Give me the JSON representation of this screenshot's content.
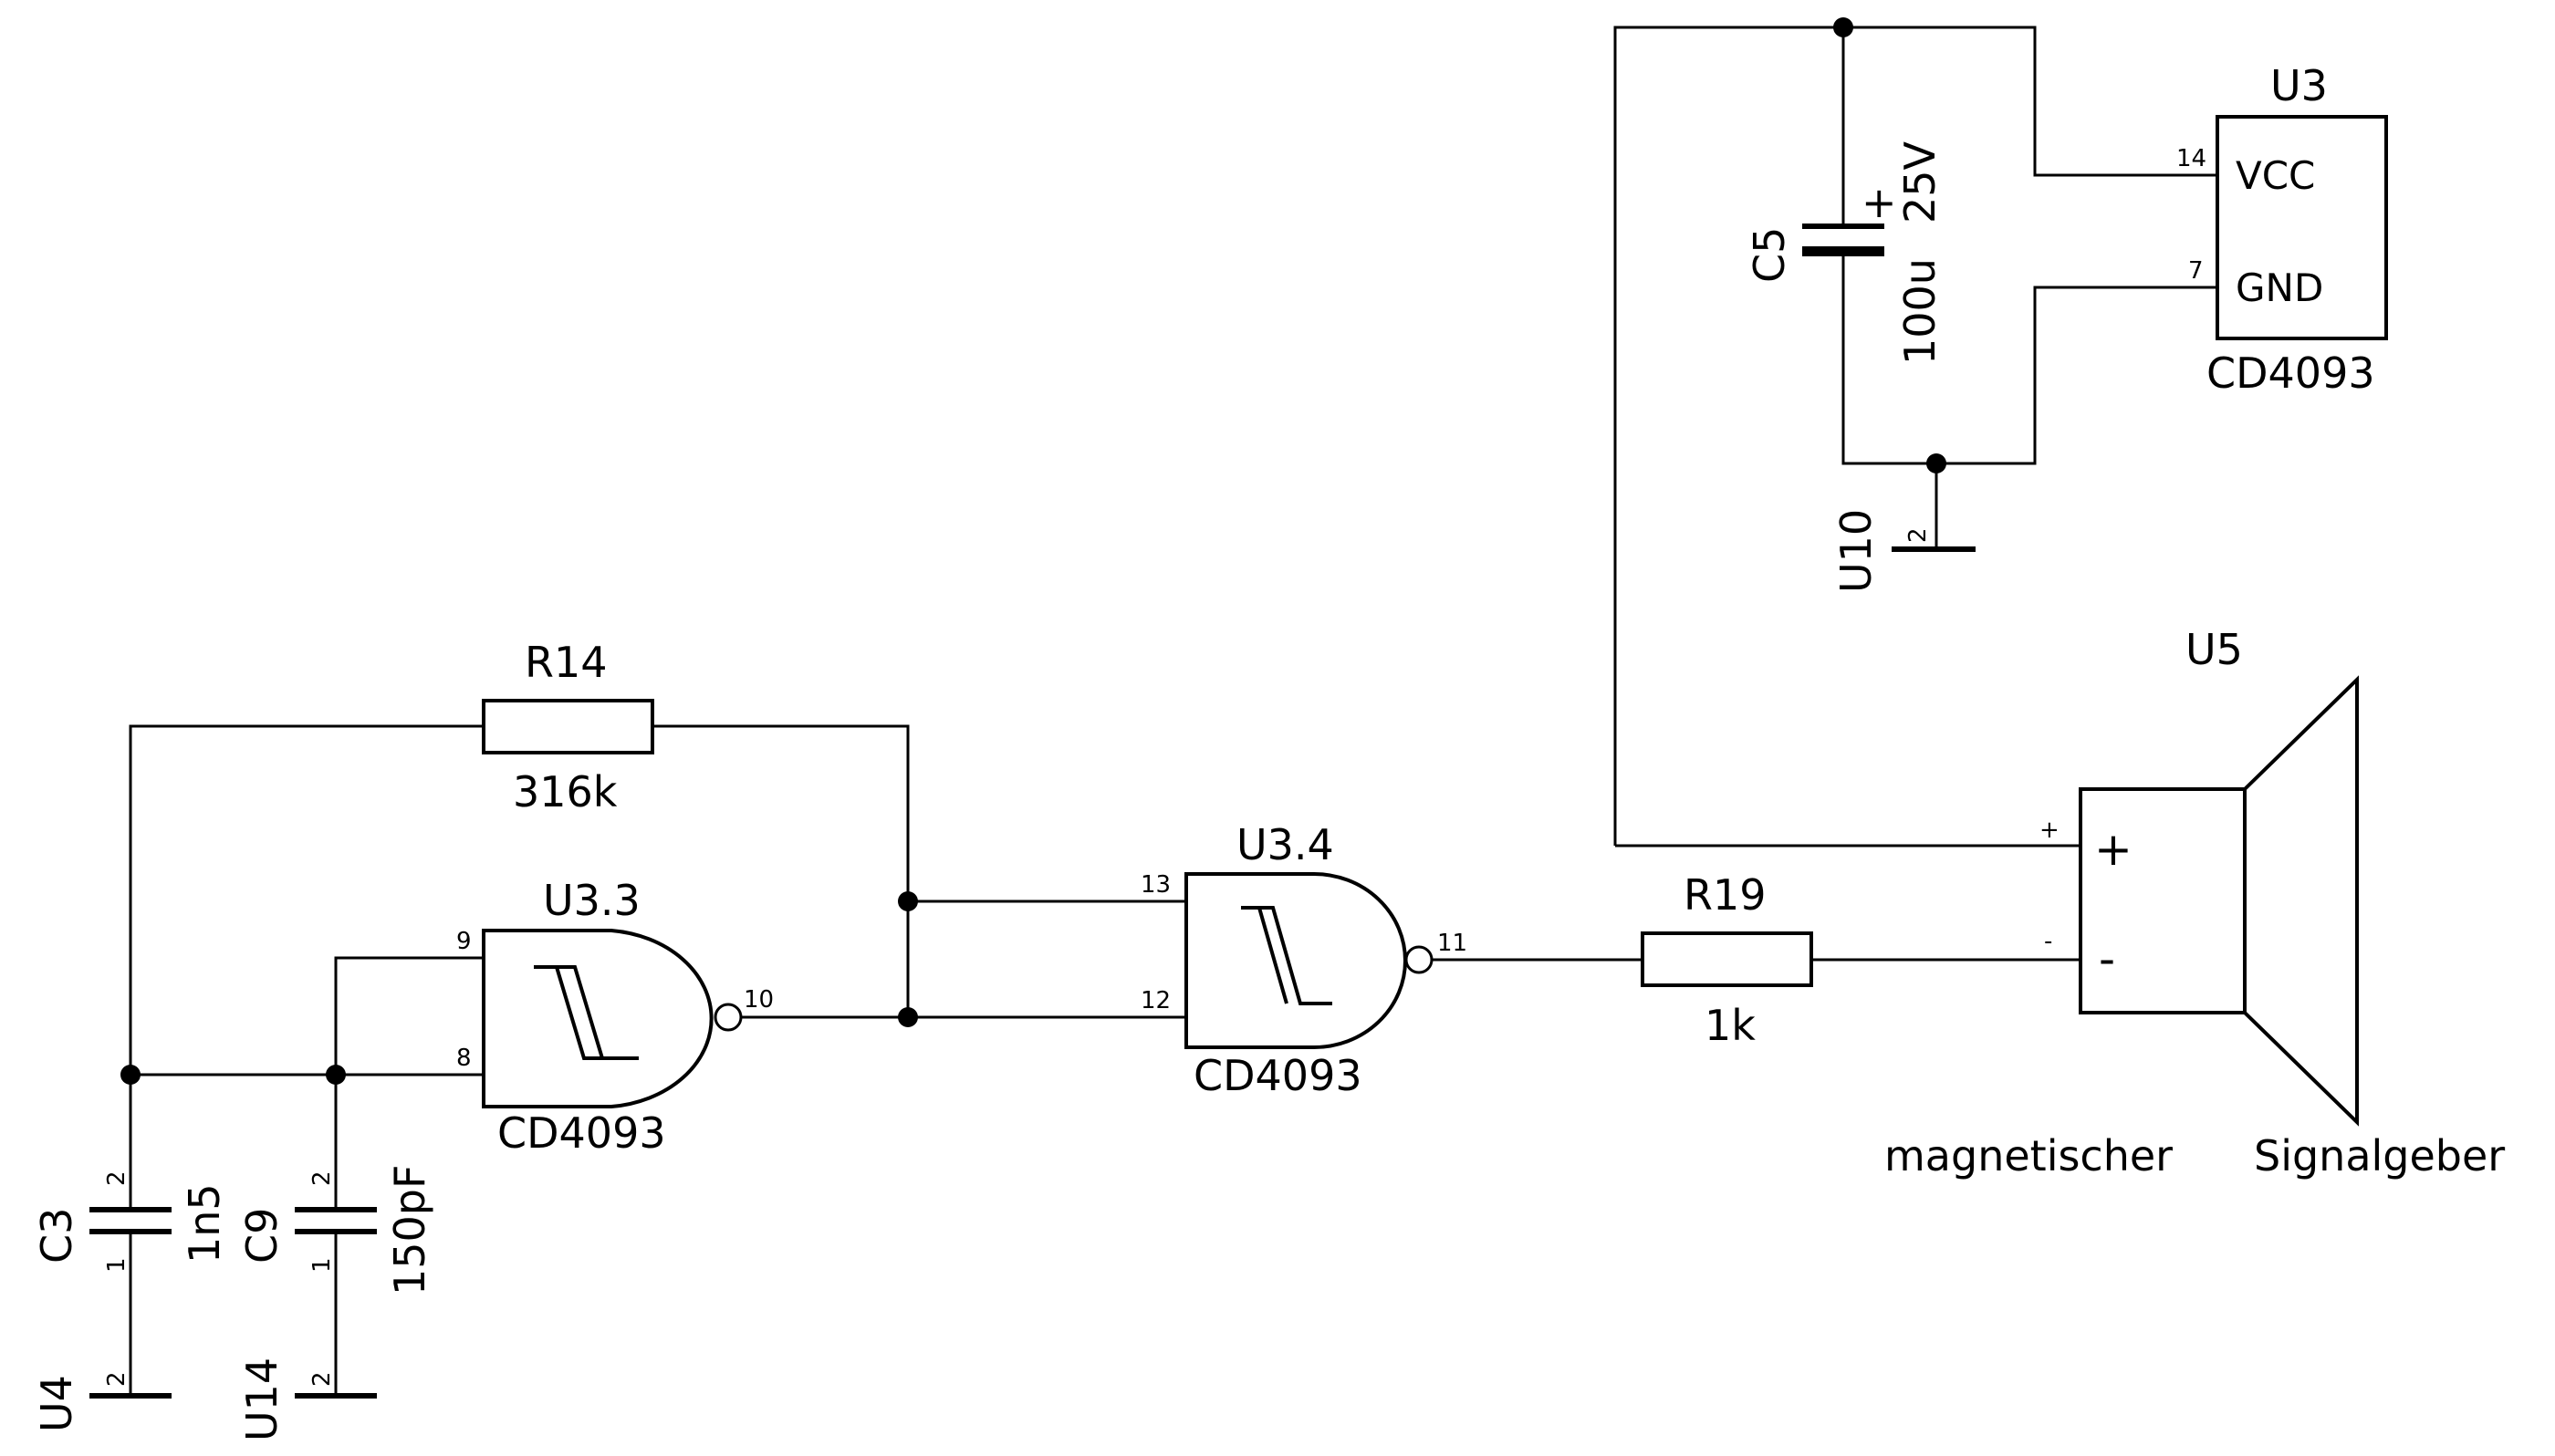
{
  "components": {
    "r14": {
      "ref": "R14",
      "value": "316k"
    },
    "r19": {
      "ref": "R19",
      "value": "1k"
    },
    "u3_3": {
      "ref": "U3.3",
      "part": "CD4093",
      "pin_in_a": "9",
      "pin_in_b": "8",
      "pin_out": "10"
    },
    "u3_4": {
      "ref": "U3.4",
      "part": "CD4093",
      "pin_in_a": "13",
      "pin_in_b": "12",
      "pin_out": "11"
    },
    "u3": {
      "ref": "U3",
      "part": "CD4093",
      "vcc_pin": "14",
      "vcc_label": "VCC",
      "gnd_pin": "7",
      "gnd_label": "GND"
    },
    "c5": {
      "ref": "C5",
      "value": "100u",
      "voltage": "25V",
      "polarity": "+"
    },
    "c3": {
      "ref": "C3",
      "value": "1n5",
      "pin1": "1",
      "pin2": "2"
    },
    "c9": {
      "ref": "C9",
      "value": "150pF",
      "pin1": "1",
      "pin2": "2"
    },
    "u4": {
      "ref": "U4",
      "pin": "2"
    },
    "u14": {
      "ref": "U14",
      "pin": "2"
    },
    "u10": {
      "ref": "U10",
      "pin": "2"
    },
    "u5": {
      "ref": "U5",
      "pin_plus": "+",
      "pin_minus": "-",
      "inner_plus": "+",
      "inner_minus": "-",
      "caption_a": "magnetischer",
      "caption_b": "Signalgeber"
    }
  }
}
